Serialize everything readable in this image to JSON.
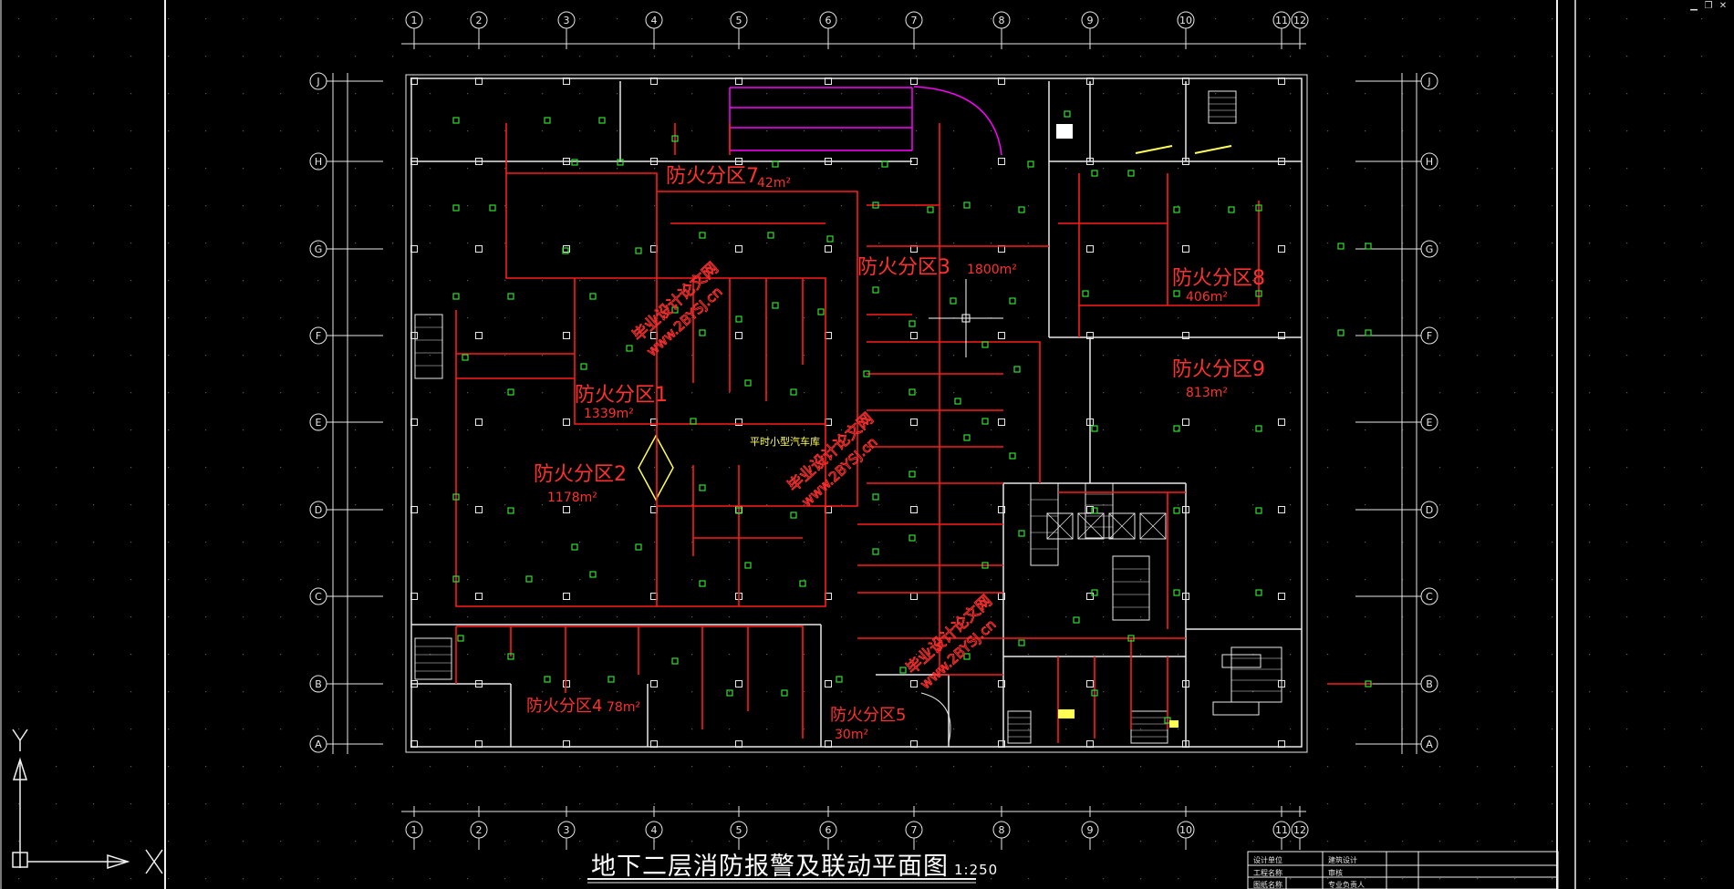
{
  "drawing": {
    "title": "地下二层消防报警及联动平面图",
    "scale": "1:250",
    "title_block": [
      "设计单位",
      "工程名称",
      "图纸名称",
      "建筑设计",
      "审核",
      "专业负责人"
    ]
  },
  "grid": {
    "columns": [
      "1",
      "2",
      "3",
      "4",
      "5",
      "6",
      "7",
      "8",
      "9",
      "10",
      "11",
      "12"
    ],
    "rows": [
      "J",
      "H",
      "G",
      "F",
      "E",
      "D",
      "C",
      "B",
      "A"
    ]
  },
  "zones": [
    {
      "name": "防火分区1",
      "area": "1339m²"
    },
    {
      "name": "防火分区2",
      "area": "1178m²"
    },
    {
      "name": "防火分区3",
      "area": "1800m²"
    },
    {
      "name": "防火分区4",
      "area": "78m²"
    },
    {
      "name": "防火分区5",
      "area": "30m²"
    },
    {
      "name": "防火分区7",
      "area": "42m²"
    },
    {
      "name": "防火分区8",
      "area": "406m²"
    },
    {
      "name": "防火分区9",
      "area": "813m²"
    }
  ],
  "rooms": {
    "garage": "平时小型汽车库"
  },
  "watermarks": [
    "毕业设计论文网",
    "www.2BYSJ.cn"
  ],
  "ucs": {
    "x": "X",
    "y": "Y"
  },
  "colors": {
    "wall": "#e8e8e8",
    "wire": "#ff1a1a",
    "device": "#33dd33",
    "accent": "#ff00ff",
    "label": "#ffff55",
    "zone": "#ff3030"
  }
}
